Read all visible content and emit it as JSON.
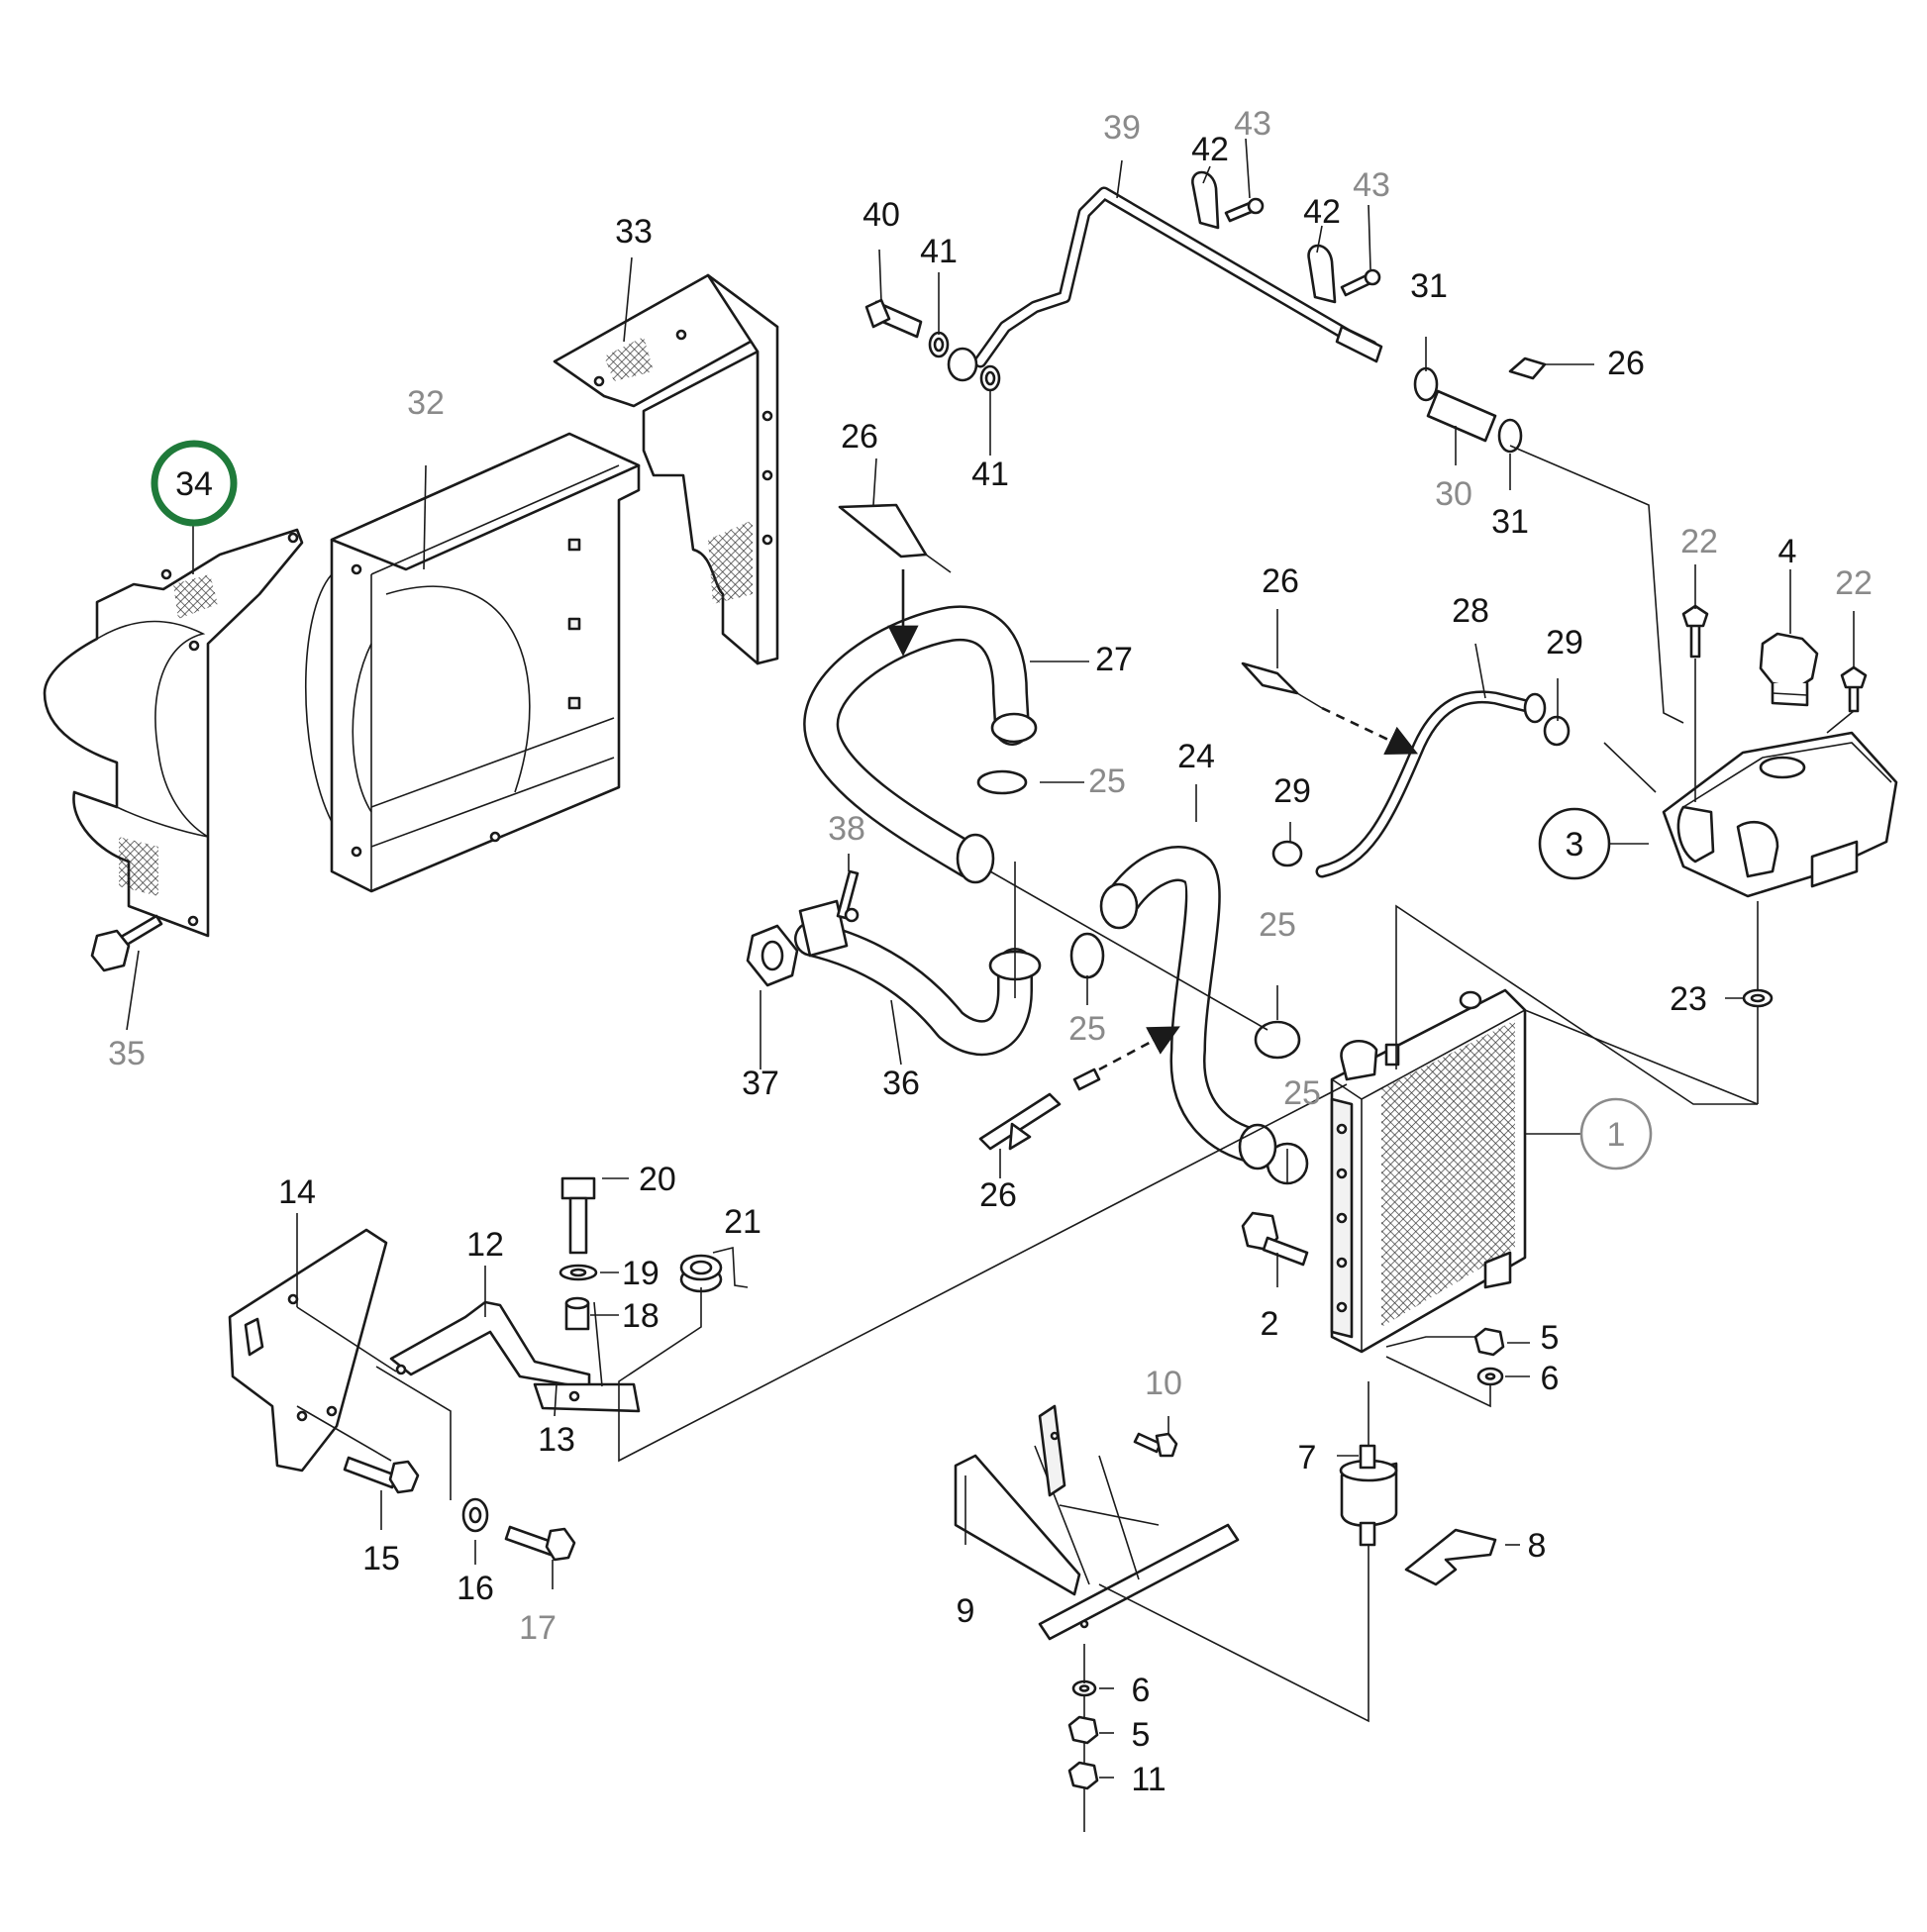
{
  "callouts": {
    "highlight_color": "#1f7a3a",
    "labels": [
      "1",
      "2",
      "3",
      "4",
      "5",
      "6",
      "7",
      "8",
      "9",
      "10",
      "11",
      "12",
      "13",
      "14",
      "15",
      "16",
      "17",
      "18",
      "19",
      "20",
      "21",
      "22",
      "23",
      "24",
      "25",
      "26",
      "27",
      "28",
      "29",
      "30",
      "31",
      "32",
      "33",
      "34",
      "35",
      "36",
      "37",
      "38",
      "39",
      "40",
      "41",
      "42",
      "43"
    ],
    "selected": "34",
    "circled": [
      "1",
      "3",
      "34"
    ]
  }
}
